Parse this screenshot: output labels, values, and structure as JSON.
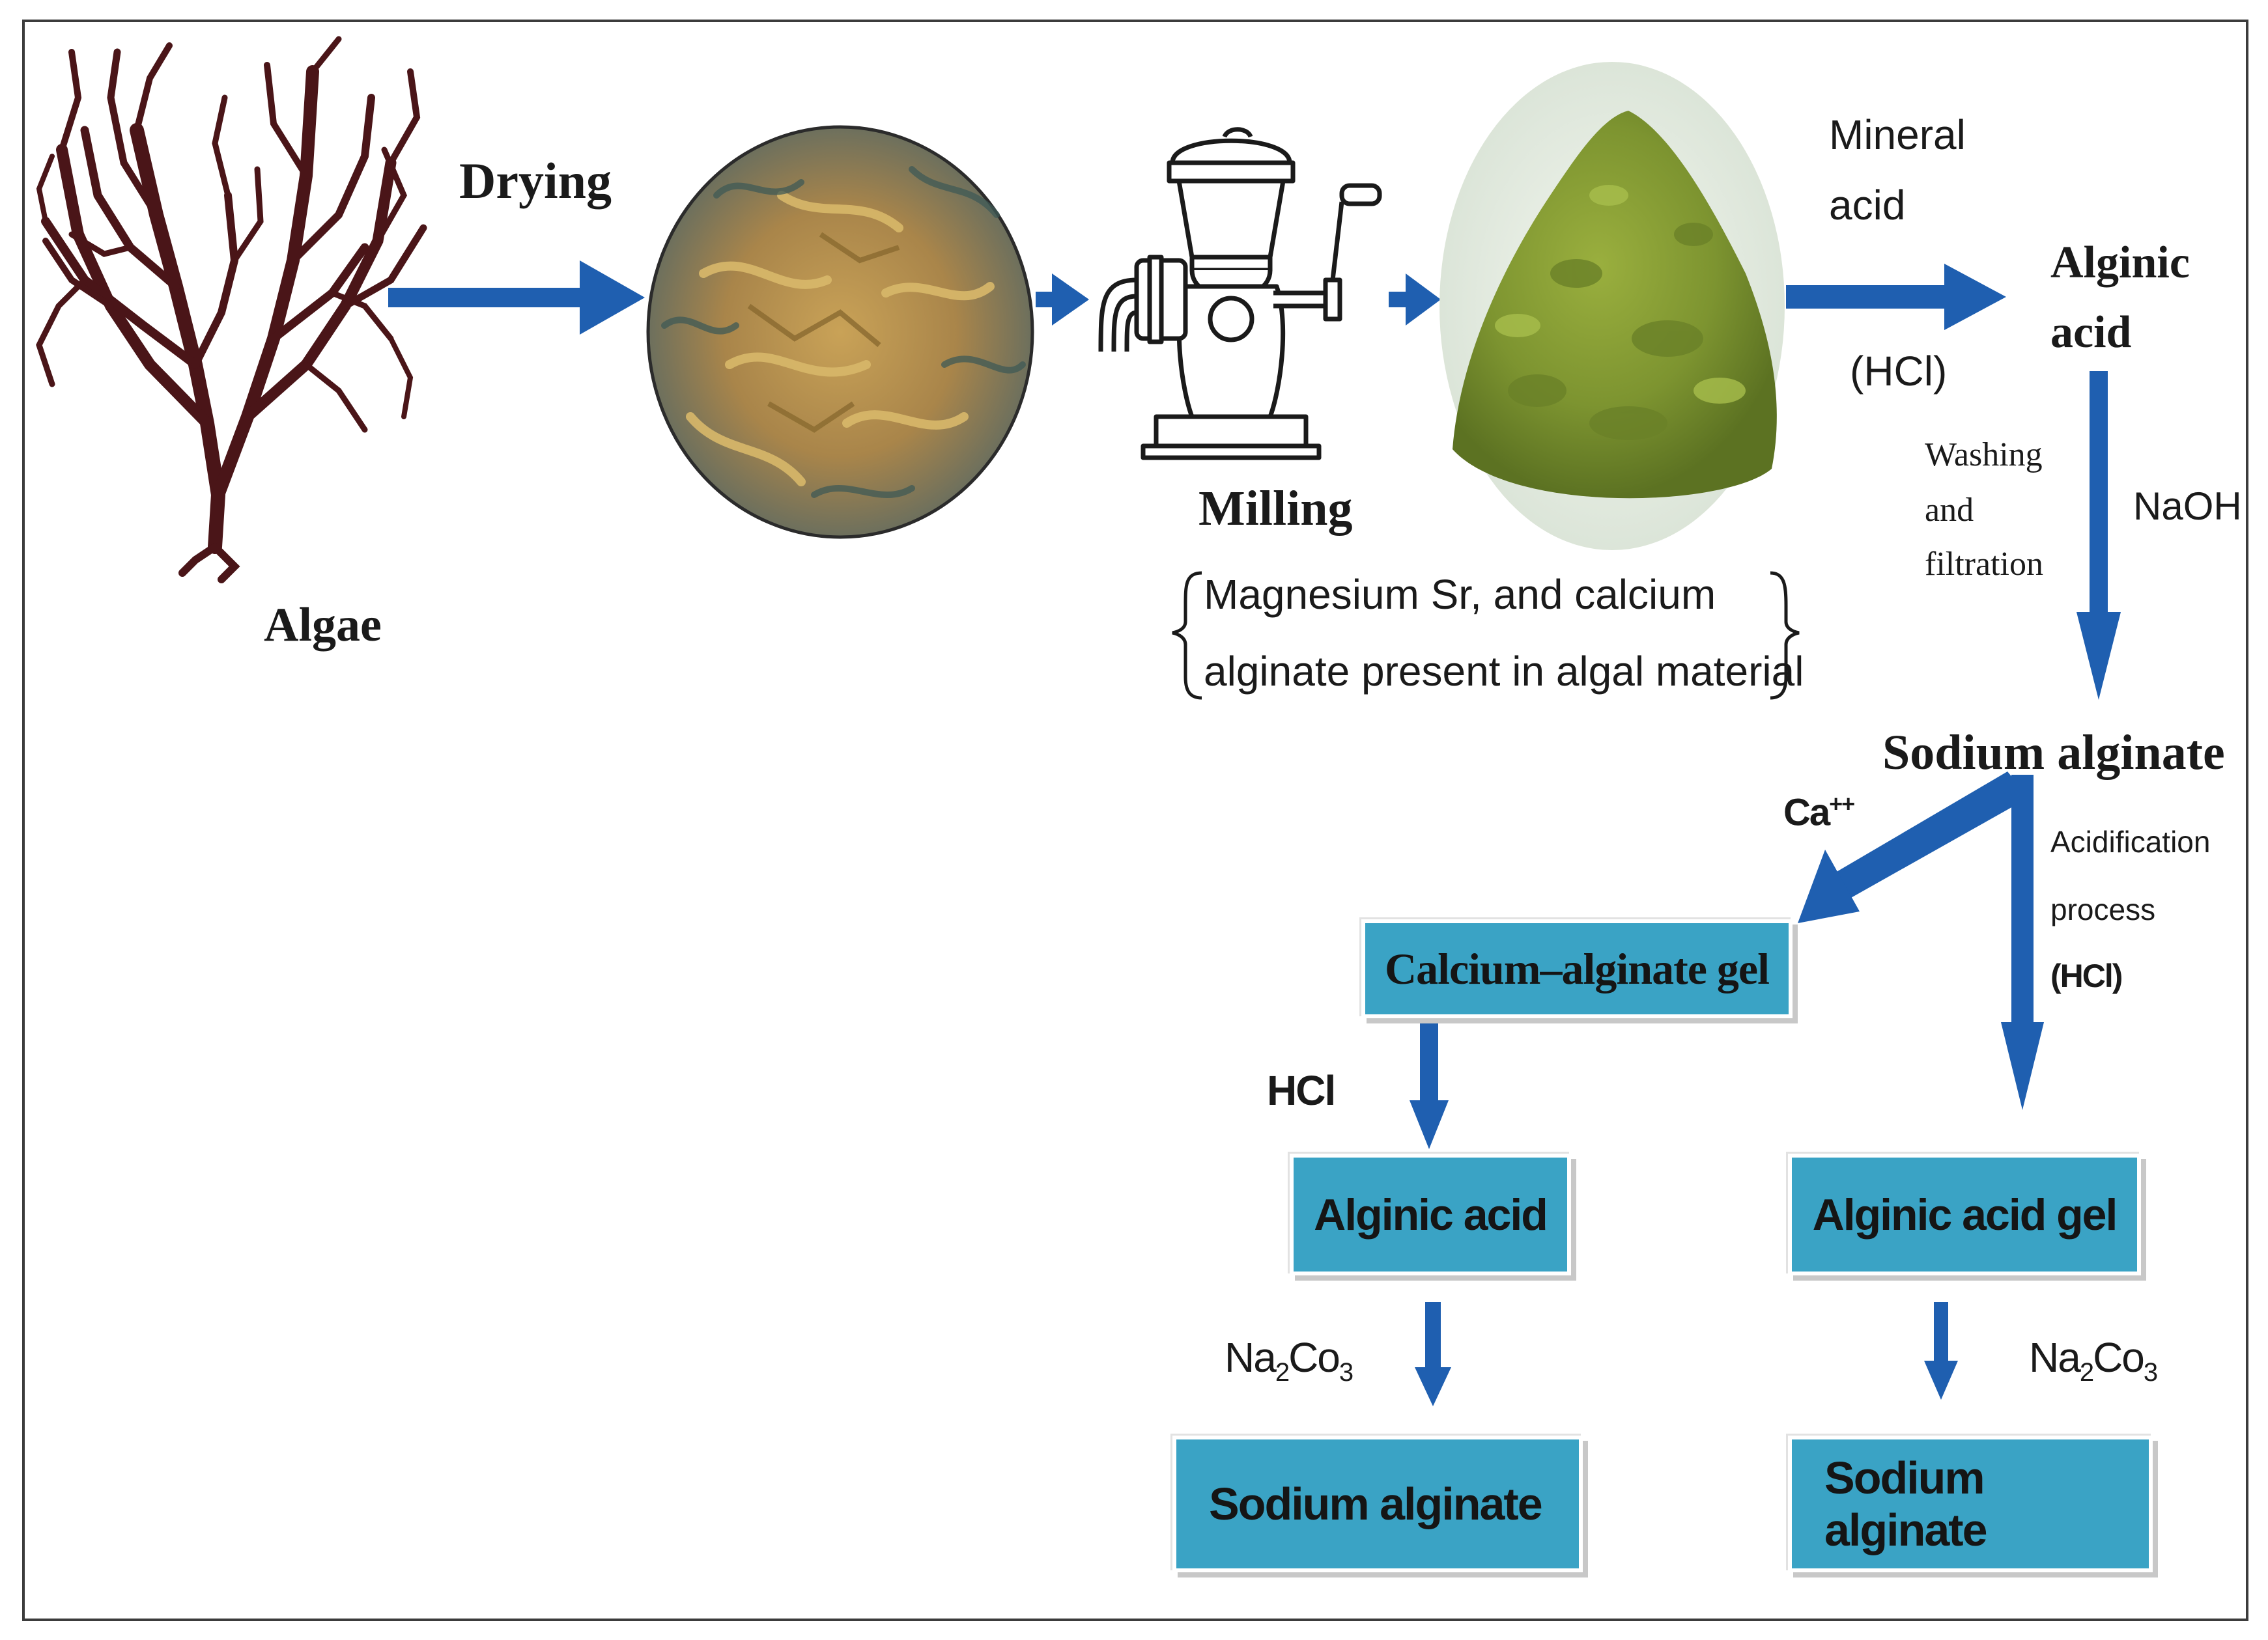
{
  "diagram": {
    "steps": {
      "algae": "Algae",
      "drying": "Drying",
      "milling": "Milling",
      "bracket_line1": "Magnesium Sr, and calcium",
      "bracket_line2": "alginate present in algal material",
      "mineral_acid_line1": "Mineral",
      "mineral_acid_line2": "acid",
      "hcl_paren": "(HCl)",
      "alginic_acid_line1": "Alginic",
      "alginic_acid_line2": "acid",
      "washing_line1": "Washing",
      "washing_line2": "and",
      "washing_line3": "filtration",
      "naoh": "NaOH",
      "sodium_alginate": "Sodium alginate",
      "ca_ion": "Ca",
      "ca_charge": "++",
      "acidification_line1": "Acidification",
      "acidification_line2": "process",
      "acidification_hcl": "(HCl)",
      "hcl": "HCl",
      "na2co3_left_a": "Na",
      "na2co3_left_sub1": "2",
      "na2co3_left_b": "Co",
      "na2co3_left_sub2": "3",
      "na2co3_right_a": "Na",
      "na2co3_right_sub1": "2",
      "na2co3_right_b": "Co",
      "na2co3_right_sub2": "3"
    },
    "boxes": {
      "calcium_gel": "Calcium–alginate gel",
      "alginic_acid": "Alginic acid",
      "alginic_acid_gel": "Alginic acid gel",
      "sodium_alginate_left": "Sodium alginate",
      "sodium_alginate_right": "Sodium alginate"
    },
    "colors": {
      "arrow": "#1f5fb0",
      "box_fill": "#3aa3c5",
      "algae": "#4a1518",
      "powder": "#7f9630"
    },
    "icons": {
      "algae": "seaweed-icon",
      "dried": "dried-seaweed-icon",
      "mill": "grain-mill-icon",
      "powder": "algae-powder-icon"
    }
  }
}
